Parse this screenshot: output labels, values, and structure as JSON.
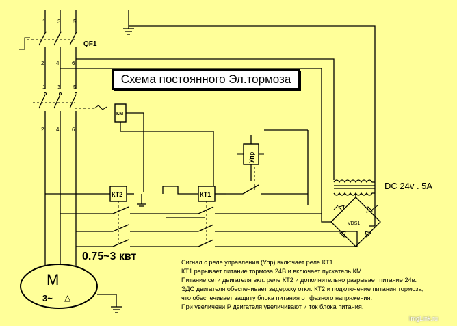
{
  "title": "Схема постоянного Эл.тормоза",
  "labels": {
    "qf1": "QF1",
    "km": "КМ",
    "kt2": "КТ2",
    "kt1": "КТ1",
    "upr": "Упр",
    "vds1": "VDS1",
    "dc": "DC 24v . 5A",
    "power": "0.75~3 квт",
    "motor_letter": "M",
    "motor_phase": "3~",
    "motor_sym": "△",
    "pole_top_1": "1",
    "pole_top_3": "3",
    "pole_top_5": "5",
    "pole_bot_2": "2",
    "pole_bot_4": "4",
    "pole_bot_6": "6"
  },
  "notes": [
    "Сигнал с реле управления (Упр) включает реле КТ1.",
    "КТ1 рарывает питание тормоза 24В и включает пускатель КМ.",
    "Питание сети двигателя вкл. реле КТ2 и дополнительно разрывает питание 24в.",
    "ЭДС двигателя обеспечивает задержку откл. КТ2 и подключение  питания тормоза,",
    "что обеспечивает защиту блока питания  от фазного напряжения.",
    "При увеличени Р двигателя  увеличивают  и  ток блока питания."
  ],
  "watermark": "ImgLink.ru"
}
